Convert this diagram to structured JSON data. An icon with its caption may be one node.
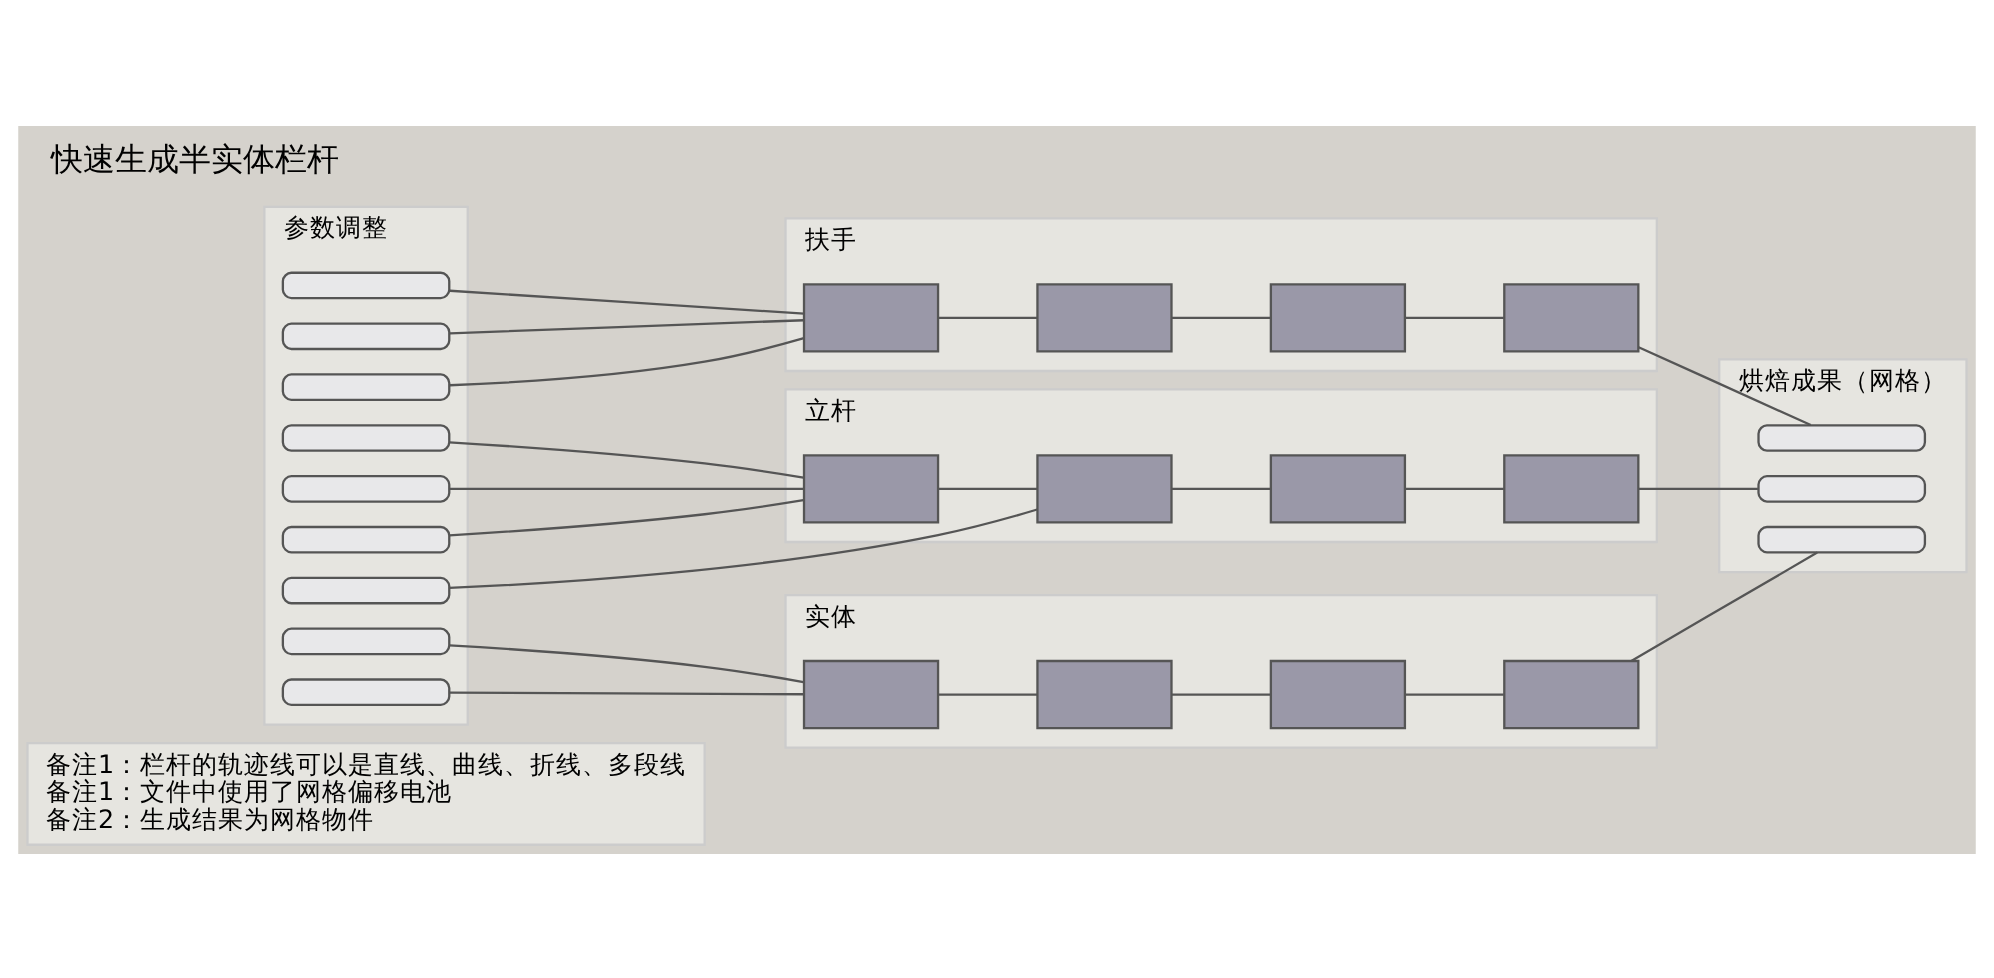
{
  "diagram": {
    "title": "快速生成半实体栏杆",
    "nodes": [
      {
        "text": [
          "备注1：栏杆的轨迹线可以是直线、曲线、折线、多段线",
          "备注1：文件中使用了网格偏移电池",
          "备注2：生成结果为网格物件"
        ]
      },
      {
        "text": [
          "参数调整"
        ]
      },
      {
        "text": [],
        "shape": "bar",
        "in": 1
      },
      {
        "text": [],
        "shape": "bar",
        "in": 1
      },
      {
        "text": [],
        "shape": "bar",
        "in": 1
      },
      {
        "text": [],
        "shape": "bar",
        "in": 1
      },
      {
        "text": [],
        "shape": "bar",
        "in": 1
      },
      {
        "text": [],
        "shape": "bar",
        "in": 1
      },
      {
        "text": [],
        "shape": "bar",
        "in": 1
      },
      {
        "text": [],
        "shape": "bar",
        "in": 1
      },
      {
        "text": [],
        "shape": "bar",
        "in": 1
      },
      {
        "text": [
          "扶手"
        ]
      },
      {
        "text": [],
        "shape": "box",
        "in": 11
      },
      {
        "text": [],
        "shape": "box",
        "in": 11
      },
      {
        "text": [],
        "shape": "box",
        "in": 11
      },
      {
        "text": [],
        "shape": "box",
        "in": 11
      },
      {
        "text": [
          "立杆"
        ]
      },
      {
        "text": [],
        "shape": "box",
        "in": 16
      },
      {
        "text": [],
        "shape": "box",
        "in": 16
      },
      {
        "text": [],
        "shape": "box",
        "in": 16
      },
      {
        "text": [],
        "shape": "box",
        "in": 16
      },
      {
        "text": [
          "实体"
        ]
      },
      {
        "text": [],
        "shape": "box",
        "in": 21
      },
      {
        "text": [],
        "shape": "box",
        "in": 21
      },
      {
        "text": [],
        "shape": "box",
        "in": 21
      },
      {
        "text": [],
        "shape": "box",
        "in": 21
      },
      {
        "text": [
          "烘焙成果（网格）"
        ]
      },
      {
        "text": [],
        "shape": "bar",
        "in": 26
      },
      {
        "text": [],
        "shape": "bar",
        "in": 26
      },
      {
        "text": [],
        "shape": "bar",
        "in": 26
      }
    ],
    "edges": [
      {
        "from": 2,
        "to": 12,
        "arrow": "none"
      },
      {
        "from": 3,
        "to": 12,
        "arrow": "none"
      },
      {
        "from": 4,
        "to": 12,
        "arrow": "none"
      },
      {
        "from": 12,
        "to": 13,
        "arrow": "none"
      },
      {
        "from": 13,
        "to": 14,
        "arrow": "none"
      },
      {
        "from": 14,
        "to": 15,
        "arrow": "none"
      },
      {
        "from": 15,
        "to": 27,
        "arrow": "none"
      },
      {
        "from": 5,
        "to": 17,
        "arrow": "none"
      },
      {
        "from": 6,
        "to": 17,
        "arrow": "none"
      },
      {
        "from": 7,
        "to": 17,
        "arrow": "none"
      },
      {
        "from": 8,
        "to": 18,
        "arrow": "none"
      },
      {
        "from": 17,
        "to": 18,
        "arrow": "none"
      },
      {
        "from": 18,
        "to": 19,
        "arrow": "none"
      },
      {
        "from": 19,
        "to": 20,
        "arrow": "none"
      },
      {
        "from": 20,
        "to": 28,
        "arrow": "none"
      },
      {
        "from": 9,
        "to": 22,
        "arrow": "none"
      },
      {
        "from": 10,
        "to": 22,
        "arrow": "none"
      },
      {
        "from": 22,
        "to": 23,
        "arrow": "none"
      },
      {
        "from": 23,
        "to": 24,
        "arrow": "none"
      },
      {
        "from": 24,
        "to": 25,
        "arrow": "none"
      },
      {
        "from": 25,
        "to": 29,
        "arrow": "none"
      }
    ]
  }
}
